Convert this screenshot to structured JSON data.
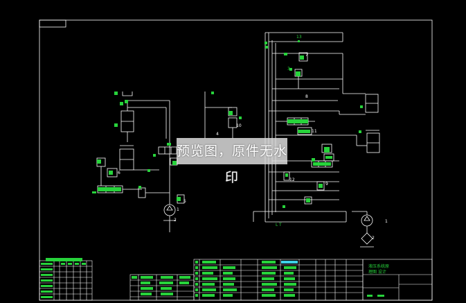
{
  "watermark": {
    "text": "预览图，原件无水印"
  },
  "labels": {
    "pump_left": "1",
    "pump_left_sub": "2",
    "pump_right": "1",
    "filter_right": "2",
    "top_valve": "13",
    "valve_6": "6",
    "valve_7": "7",
    "valve_8": "8",
    "valve_9": "9",
    "valve_10": "10",
    "valve_11": "11",
    "valve_12": "12",
    "valve_3": "3",
    "valve_4": "4",
    "valve_5": "5",
    "valve_l": "L",
    "valve_t": "T"
  },
  "title_block": {
    "line1": "液压系统原",
    "line2": "理图  设计"
  },
  "colors": {
    "line": "#ffffff",
    "accent": "#27d33b",
    "text_highlight": "#3ecfe6",
    "background": "#000000"
  }
}
